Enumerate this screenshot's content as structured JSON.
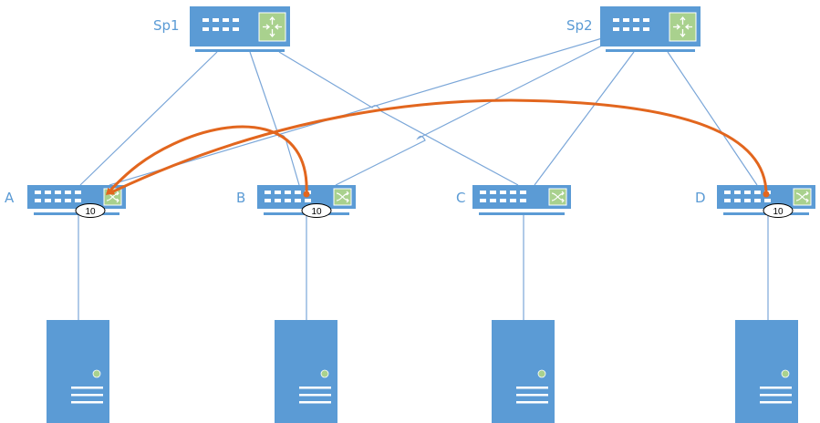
{
  "diagram": {
    "title": "Leaf-spine fabric with 10 Gbps leaf ports",
    "colors": {
      "device": "#5b9bd5",
      "link": "#7aa6d8",
      "device_accent": "#a9d18e",
      "flow": "#e2661e",
      "port": "#ffffff",
      "badge_fill": "#ffffff",
      "badge_stroke": "#000000"
    },
    "spines": [
      {
        "id": "sp1",
        "label": "Sp1",
        "icon": "router-icon"
      },
      {
        "id": "sp2",
        "label": "Sp2",
        "icon": "router-icon"
      }
    ],
    "leaves": [
      {
        "id": "a",
        "label": "A",
        "icon": "switch-icon",
        "badge": "10"
      },
      {
        "id": "b",
        "label": "B",
        "icon": "switch-icon",
        "badge": "10"
      },
      {
        "id": "c",
        "label": "C",
        "icon": "switch-icon",
        "badge": ""
      },
      {
        "id": "d",
        "label": "D",
        "icon": "switch-icon",
        "badge": "10"
      }
    ],
    "servers": [
      {
        "id": "srv-a",
        "attached_to": "A",
        "icon": "server-icon"
      },
      {
        "id": "srv-b",
        "attached_to": "B",
        "icon": "server-icon"
      },
      {
        "id": "srv-c",
        "attached_to": "C",
        "icon": "server-icon"
      },
      {
        "id": "srv-d",
        "attached_to": "D",
        "icon": "server-icon"
      }
    ],
    "links": [
      {
        "from": "Sp1",
        "to": "A"
      },
      {
        "from": "Sp1",
        "to": "B"
      },
      {
        "from": "Sp1",
        "to": "C"
      },
      {
        "from": "Sp2",
        "to": "A"
      },
      {
        "from": "Sp2",
        "to": "B"
      },
      {
        "from": "Sp2",
        "to": "C"
      },
      {
        "from": "Sp2",
        "to": "D"
      },
      {
        "from": "A",
        "to": "srv-a"
      },
      {
        "from": "B",
        "to": "srv-b"
      },
      {
        "from": "C",
        "to": "srv-c"
      },
      {
        "from": "D",
        "to": "srv-d"
      }
    ],
    "flows": [
      {
        "from": "B",
        "to": "A",
        "arrow": "end"
      },
      {
        "from": "D",
        "to": "A",
        "arrow": "end"
      }
    ]
  }
}
